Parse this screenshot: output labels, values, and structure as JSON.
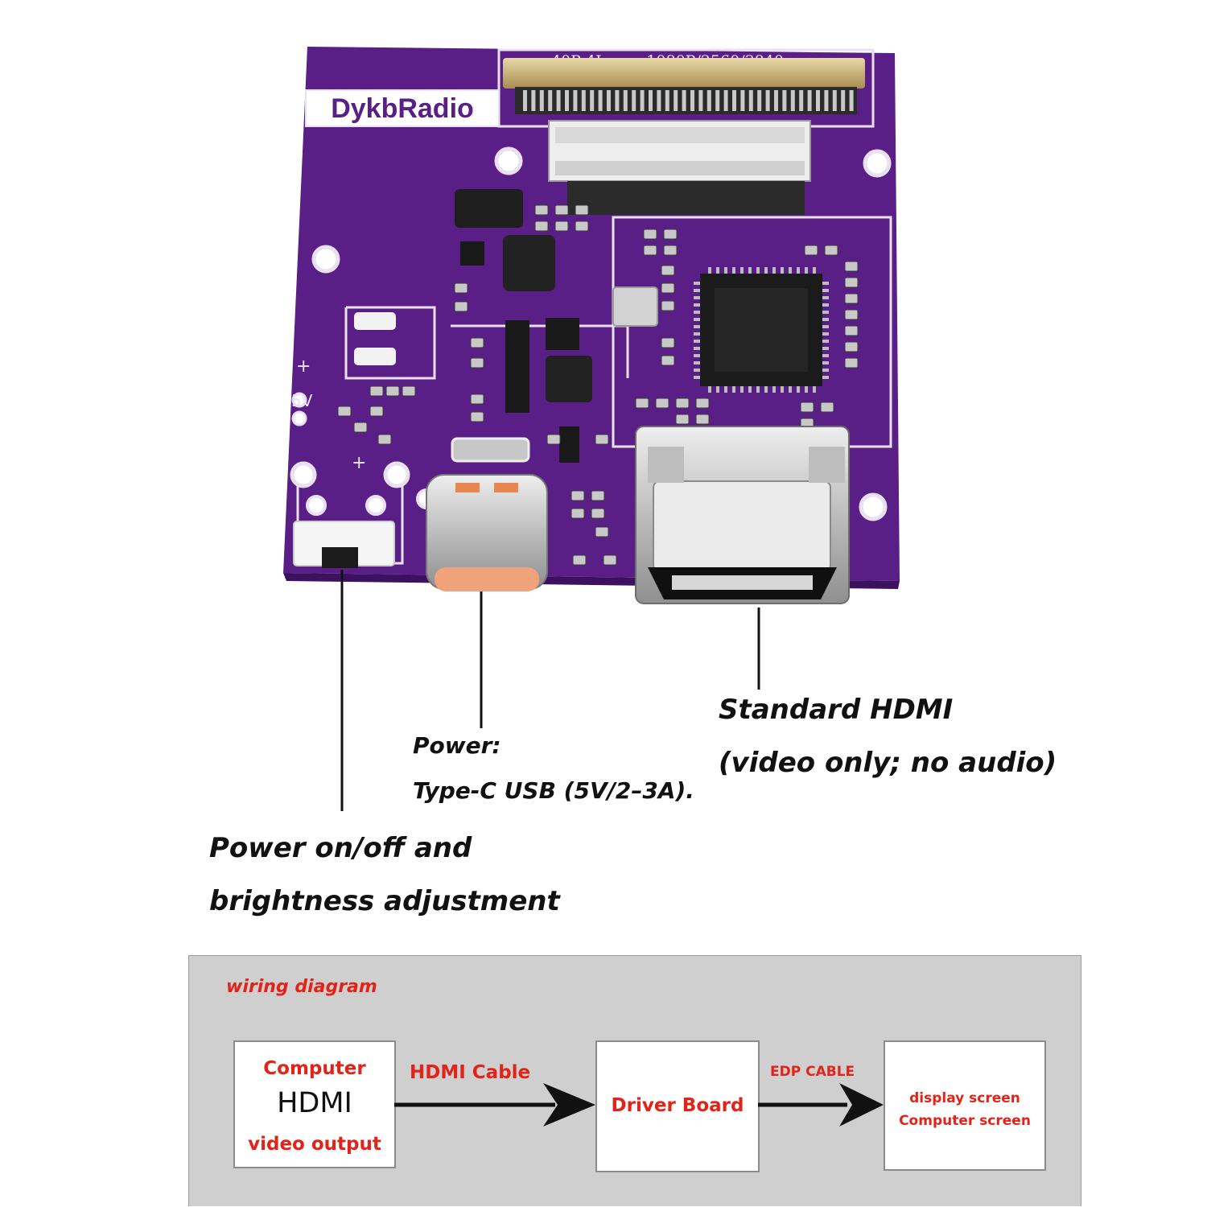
{
  "board": {
    "brand": "DykbRadio",
    "connector_silkscreen": "40P 4Lanes 1080P/2560/3840",
    "silk_5v": "5V",
    "silk_plus_top": "+",
    "silk_plus_bottom": "+",
    "colors": {
      "pcb": "#5a1f86",
      "pcb_dark": "#3f1363",
      "silk": "#e9e1f2",
      "metal": "#c9c9c9"
    }
  },
  "callouts": {
    "hdmi_line1": "Standard HDMI",
    "hdmi_line2": "(video only; no audio)",
    "power_line1": "Power:",
    "power_line2": "Type-C USB (5V/2–3A).",
    "button_line1": "Power on/off and",
    "button_line2": "brightness adjustment"
  },
  "wiring": {
    "title": "wiring diagram",
    "box1": {
      "line1": "Computer",
      "line2": "HDMI",
      "line3": "video output"
    },
    "arrow1_label": "HDMI Cable",
    "box2": {
      "label": "Driver Board"
    },
    "arrow2_label": "EDP CABLE",
    "box3": {
      "line1": "display screen",
      "line2": "Computer screen"
    },
    "colors": {
      "accent": "#e2231a",
      "panel": "#cfcfcf",
      "arrow": "#111111"
    }
  }
}
